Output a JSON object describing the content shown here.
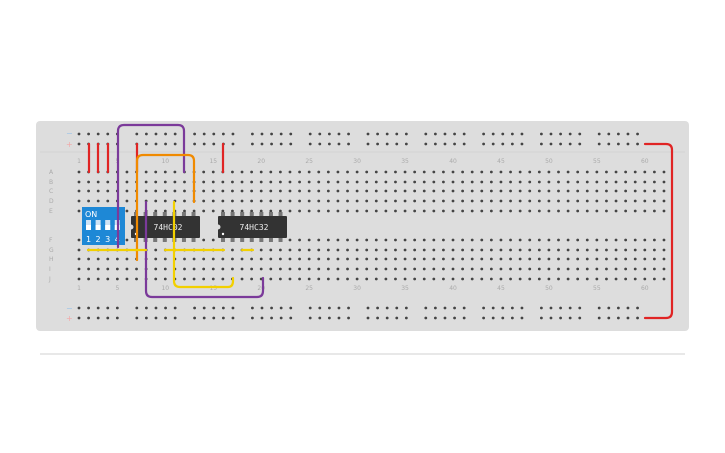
{
  "board": {
    "column_labels": [
      "1",
      "5",
      "10",
      "15",
      "20",
      "25",
      "30",
      "35",
      "40",
      "45",
      "50",
      "55",
      "60"
    ],
    "row_labels_top": [
      "A",
      "B",
      "C",
      "D",
      "E"
    ],
    "row_labels_bottom": [
      "F",
      "G",
      "H",
      "I",
      "J"
    ],
    "rail_minus": "−",
    "rail_plus": "+"
  },
  "chips": [
    {
      "label": "74HC02"
    },
    {
      "label": "74HC32"
    }
  ],
  "dip_switch": {
    "on_label": "ON",
    "switch_numbers": [
      "1",
      "2",
      "3",
      "4"
    ]
  },
  "colors": {
    "board": "#dddddd",
    "hole": "#444444",
    "chip": "#333333",
    "dip": "#1e88d6",
    "wire_red": "#e02424",
    "wire_purple": "#7b3a9a",
    "wire_orange": "#f08a00",
    "wire_yellow": "#f2d000",
    "rail_minus": "#9fc4e8",
    "rail_plus": "#f2a8a8"
  }
}
